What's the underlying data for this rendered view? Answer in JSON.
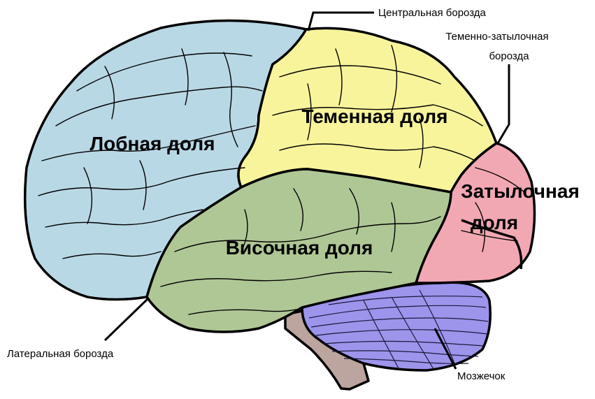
{
  "lobes": {
    "frontal": {
      "label": "Лобная доля",
      "color": "#b9d8e6"
    },
    "parietal": {
      "label": "Теменная доля",
      "color": "#f8f49c"
    },
    "temporal": {
      "label": "Височная доля",
      "color": "#afc795"
    },
    "occipital": {
      "label_line1": "Затылочная",
      "label_line2": "доля",
      "color": "#f2a8b3"
    },
    "cerebellum": {
      "color": "#9d94ec"
    },
    "brainstem": {
      "color": "#bca49f"
    }
  },
  "annotations": {
    "central_sulcus": "Центральная борозда",
    "parieto_occipital_line1": "Теменно-затылочная",
    "parieto_occipital_line2": "борозда",
    "lateral_sulcus": "Латеральная борозда",
    "cerebellum": "Мозжечок"
  }
}
